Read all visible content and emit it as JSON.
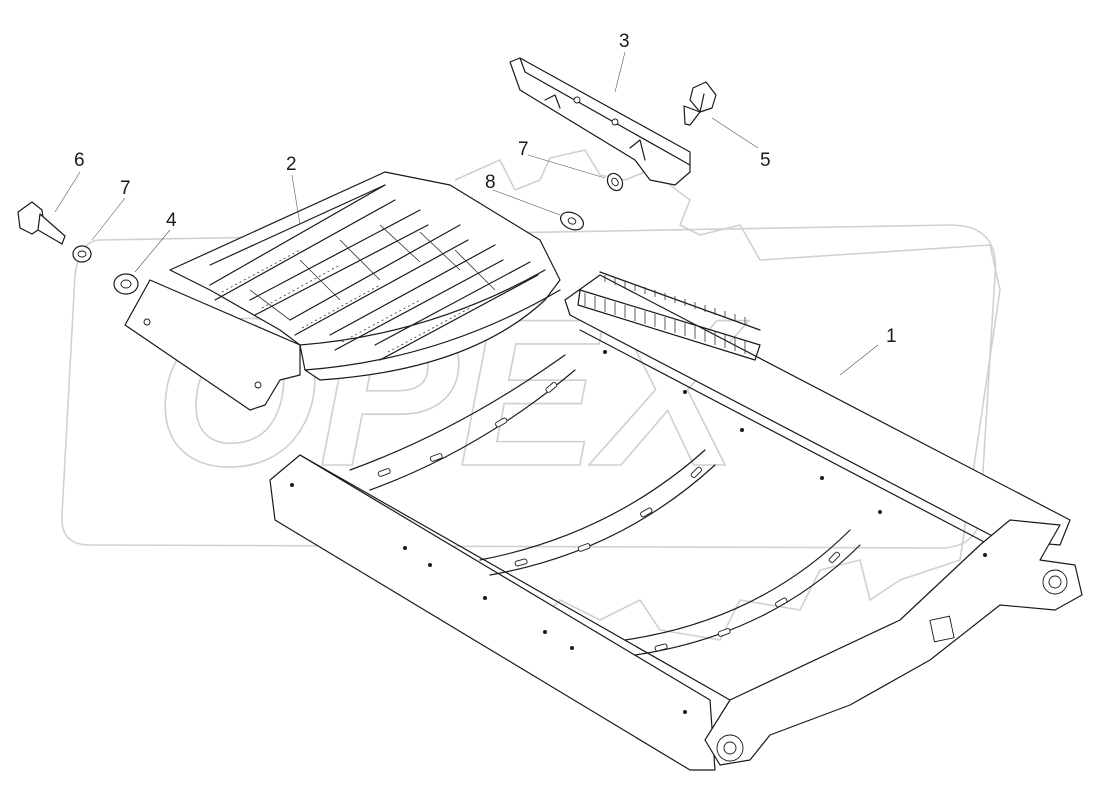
{
  "watermark": {
    "text": "OPEX"
  },
  "callouts": [
    {
      "id": "c1",
      "label": "1"
    },
    {
      "id": "c2",
      "label": "2"
    },
    {
      "id": "c3",
      "label": "3"
    },
    {
      "id": "c4",
      "label": "4"
    },
    {
      "id": "c5",
      "label": "5"
    },
    {
      "id": "c6",
      "label": "6"
    },
    {
      "id": "c7a",
      "label": "7"
    },
    {
      "id": "c7b",
      "label": "7"
    },
    {
      "id": "c8",
      "label": "8"
    }
  ],
  "colors": {
    "line": "#1a1a1a",
    "watermark": "#cfcfcf",
    "background": "#ffffff"
  }
}
